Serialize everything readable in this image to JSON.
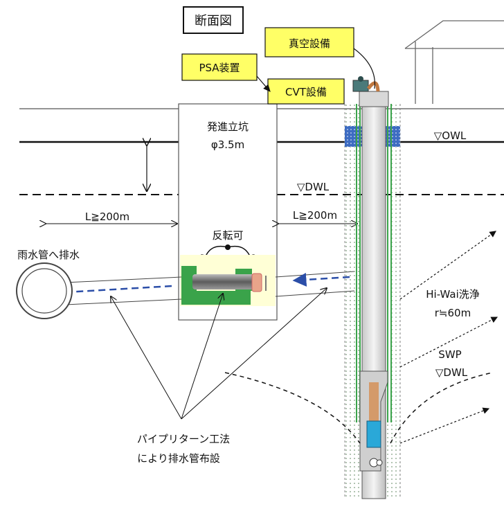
{
  "title": "断面図",
  "equipment": {
    "vacuum": "真空設備",
    "psa": "PSA装置",
    "cvt": "CVT設備"
  },
  "shaft": {
    "name": "発進立坑",
    "diameter": "φ3.5m"
  },
  "rotation": "反転可",
  "water_levels": {
    "owl": "▽OWL",
    "dwl": "▽DWL",
    "swp": "SWP",
    "swp_dwl": "▽DWL"
  },
  "distances": {
    "left": "L≧200m",
    "right": "L≧200m"
  },
  "drainage": "雨水管へ排水",
  "hiwai": {
    "label": "Hi-Wai洗浄",
    "radius": "r≒60m"
  },
  "method": {
    "line1": "パイプリターン工法",
    "line2": "により排水管布設"
  },
  "colors": {
    "label_box": "#ffff66",
    "green": "#3aa34a",
    "blue_band": "#3d6cc2",
    "arrow_blue": "#2b4ea8",
    "pipe_gray": "#7a7a7a"
  }
}
